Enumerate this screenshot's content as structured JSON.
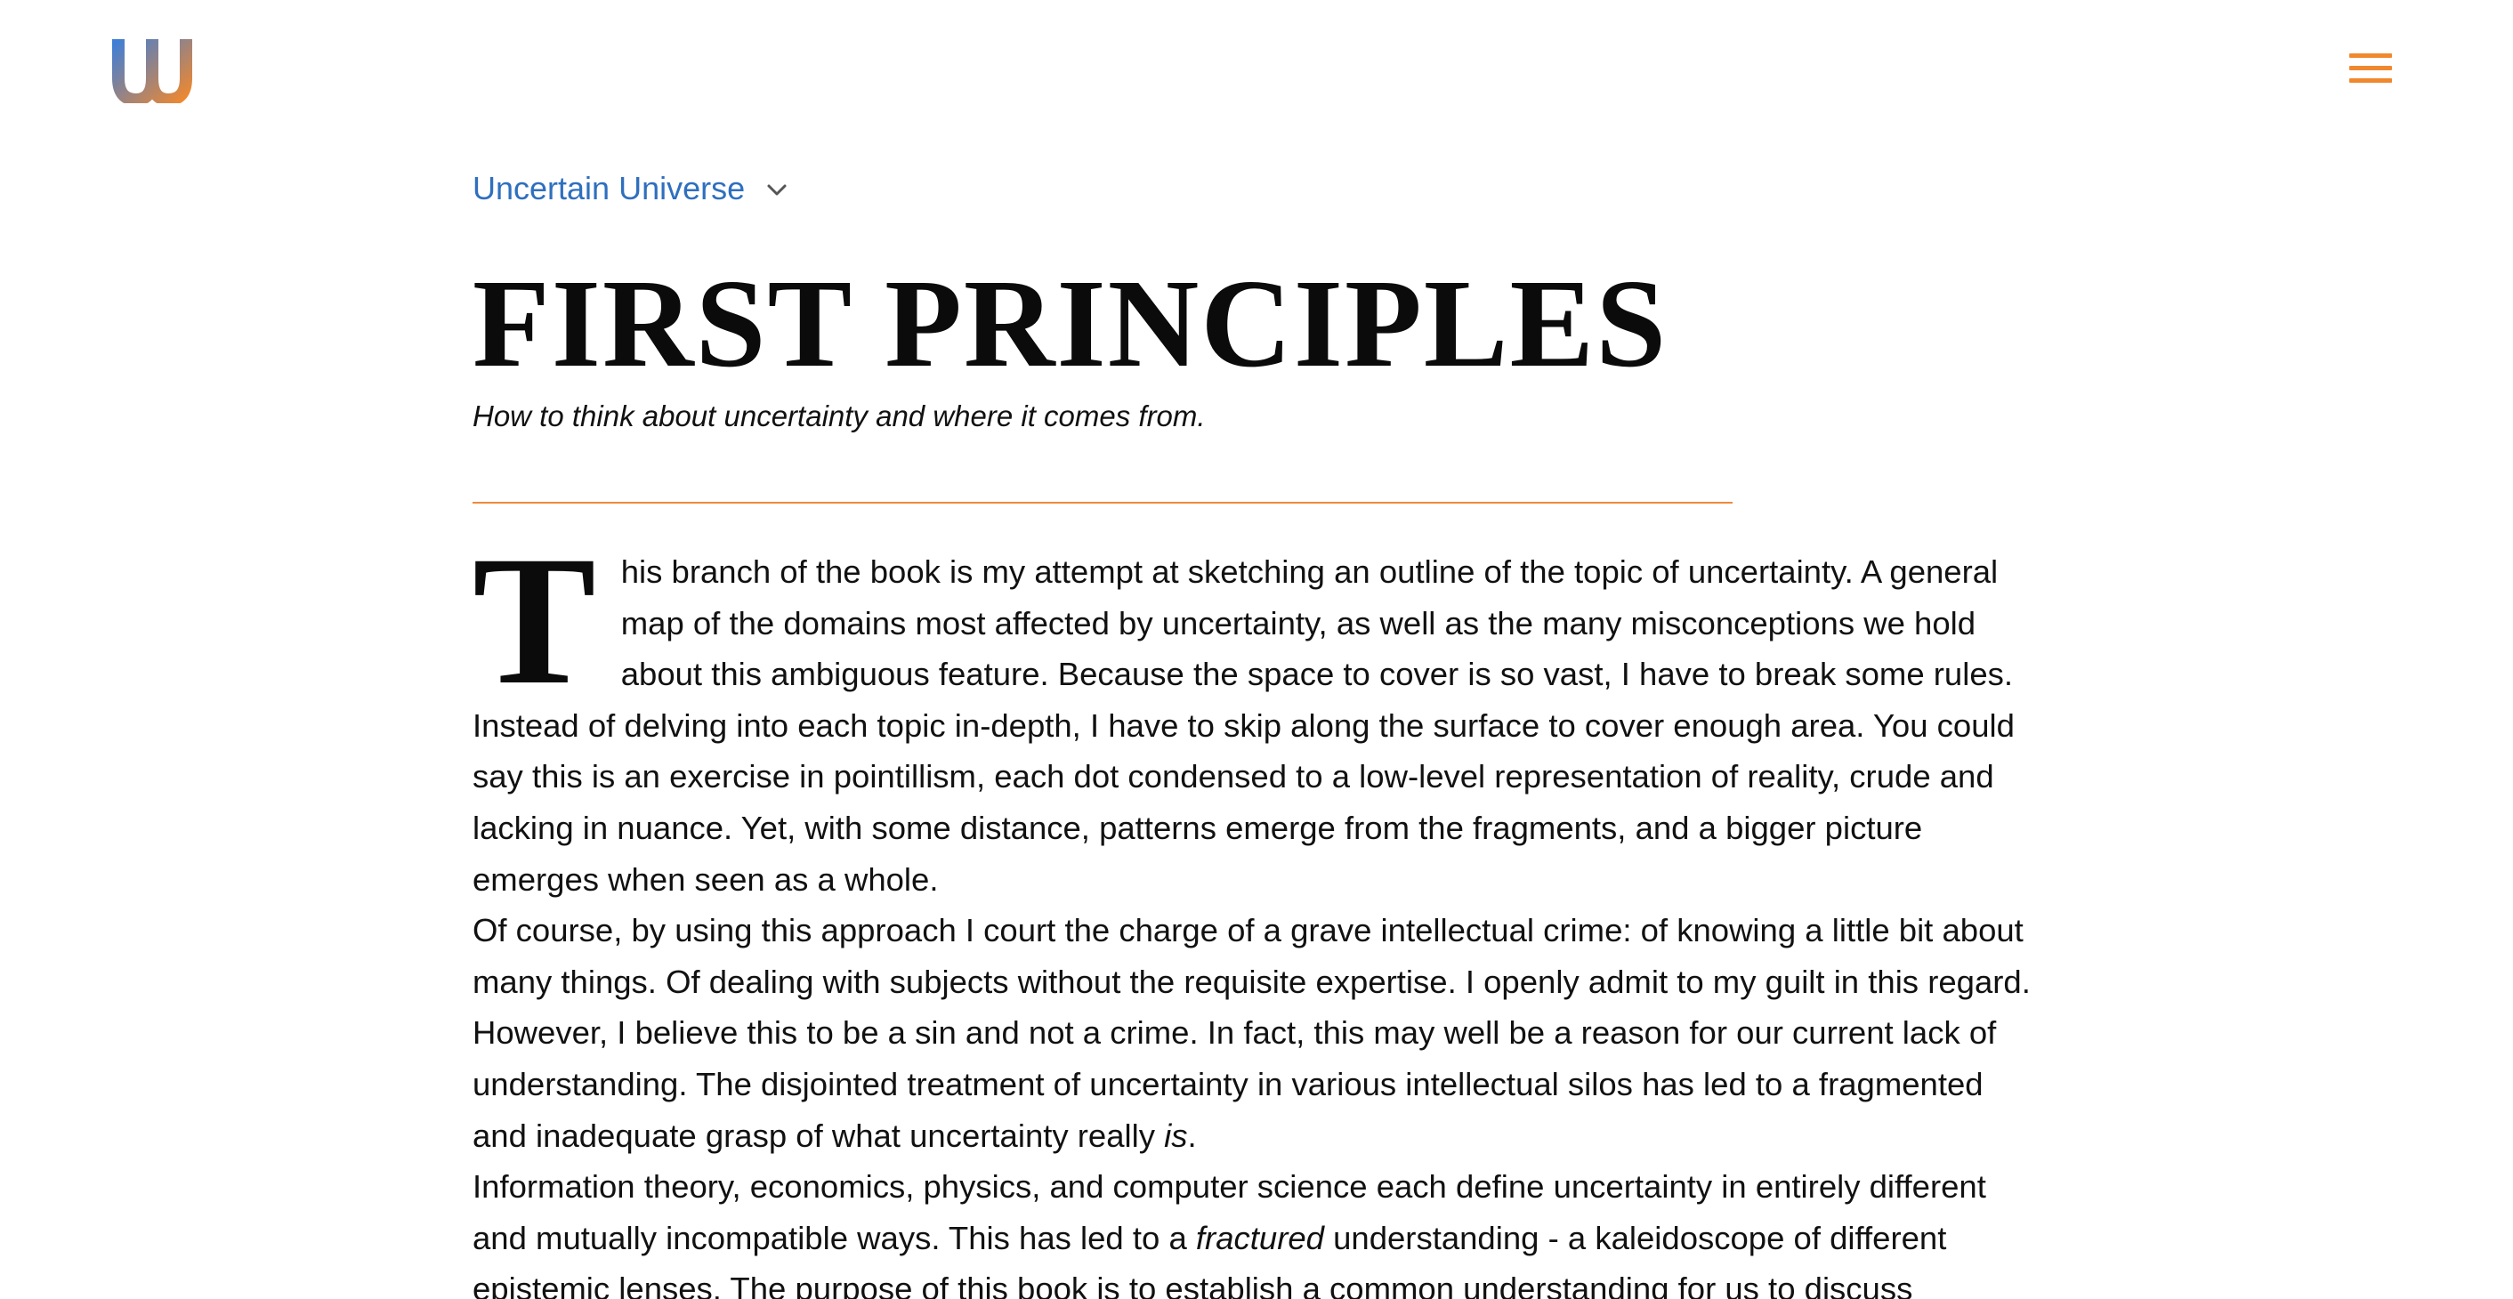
{
  "header": {
    "logo_icon": "w-logo-icon",
    "menu_icon": "hamburger-menu-icon",
    "accent_color": "#f0882e",
    "logo_gradient": [
      "#4a7fd0",
      "#f0882e"
    ]
  },
  "breadcrumb": {
    "label": "Uncertain Universe",
    "icon": "chevron-down-icon",
    "color": "#2f6fbf"
  },
  "article": {
    "title": "FIRST PRINCIPLES",
    "subtitle": "How to think about uncertainty and where it comes from.",
    "dropcap": "T",
    "p1_text": "his branch of the book is my attempt at sketching an outline of the topic of uncertainty. A general map of the domains most affected by uncertainty, as well as the many misconceptions we hold about this ambiguous feature. Because the space to cover is so vast, I have to break some rules. Instead of delving into each topic in-depth, I have to skip along the surface to cover enough area. You could say this is an exercise in pointillism, each dot condensed to a low-level representation of reality, crude and lacking in nuance. Yet, with some distance, patterns emerge from the fragments, and a bigger picture emerges when seen as a whole.",
    "p2_text": "Of course, by using this approach I court the charge of a grave intellectual crime: of knowing a little bit about many things. Of dealing with subjects without the requisite expertise. I openly admit to my guilt in this regard. However, I believe this to be a sin and not a crime. In fact, this may well be a reason for our current lack of understanding. The disjointed treatment of uncertainty in various intellectual silos has led to a fragmented and inadequate grasp of what uncertainty really ",
    "p2_emphasis": "is",
    "p2_end": ".",
    "p3_text": "Information theory, economics, physics, and computer science each define uncertainty in entirely different and mutually incompatible ways. This has led to a ",
    "p3_emphasis": "fractured",
    "p3_end": " understanding - a kaleidoscope of different epistemic lenses. The purpose of this book is to establish a common understanding for us to discuss"
  }
}
